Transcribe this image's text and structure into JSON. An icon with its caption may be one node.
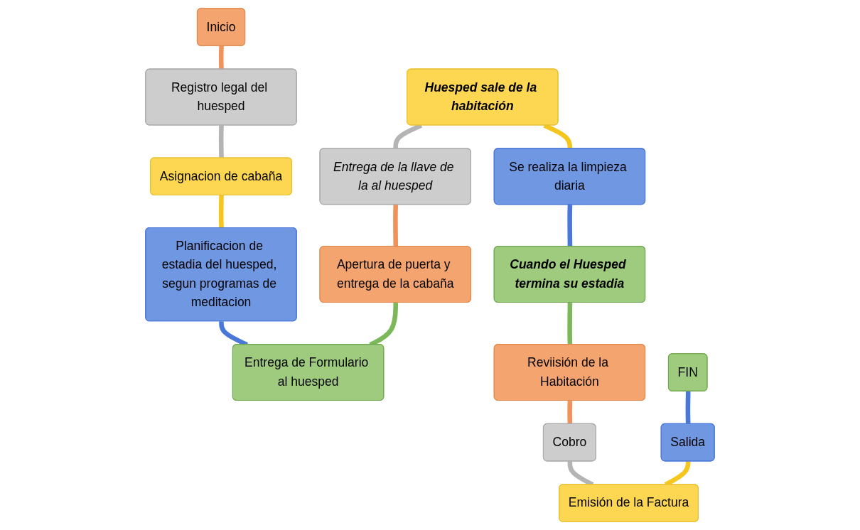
{
  "diagram": {
    "nodes": [
      {
        "text": [
          "Inicio"
        ]
      },
      {
        "text": [
          "Registro legal del huesped"
        ]
      },
      {
        "text": [
          "Asignacion de cabaña"
        ]
      },
      {
        "text": [
          "Planificacion de estadia del huesped, segun programas de meditacion"
        ]
      },
      {
        "text": [
          "Entrega de Formulario al huesped"
        ]
      },
      {
        "text": [
          "Apertura de puerta y entrega de la cabaña"
        ]
      },
      {
        "text": [
          "Entrega de la llave de la al huesped"
        ]
      },
      {
        "text": [
          "Huesped sale de la habitación"
        ]
      },
      {
        "text": [
          "Se realiza la limpieza diaria"
        ]
      },
      {
        "text": [
          "Cuando el Huesped termina su estadia"
        ]
      },
      {
        "text": [
          "Reviisión de la Habitación"
        ]
      },
      {
        "text": [
          "Cobro"
        ]
      },
      {
        "text": [
          "Emisión de la Factura"
        ]
      },
      {
        "text": [
          "Salida"
        ]
      },
      {
        "text": [
          "FIN"
        ]
      }
    ],
    "edges": [
      {
        "from": 0,
        "to": 1,
        "arrow": "none",
        "color": "#f0935a"
      },
      {
        "from": 1,
        "to": 2,
        "arrow": "none",
        "color": "#b4b4b4"
      },
      {
        "from": 2,
        "to": 3,
        "arrow": "none",
        "color": "#f5c61e"
      },
      {
        "from": 3,
        "to": 4,
        "arrow": "none",
        "color": "#4a78d8"
      },
      {
        "from": 4,
        "to": 5,
        "arrow": "none",
        "color": "#7cb85a"
      },
      {
        "from": 5,
        "to": 6,
        "arrow": "none",
        "color": "#f0935a"
      },
      {
        "from": 6,
        "to": 7,
        "arrow": "none",
        "color": "#b4b4b4"
      },
      {
        "from": 7,
        "to": 8,
        "arrow": "none",
        "color": "#f5c61e"
      },
      {
        "from": 8,
        "to": 9,
        "arrow": "none",
        "color": "#4a78d8"
      },
      {
        "from": 9,
        "to": 10,
        "arrow": "none",
        "color": "#7cb85a"
      },
      {
        "from": 10,
        "to": 11,
        "arrow": "none",
        "color": "#f0935a"
      },
      {
        "from": 11,
        "to": 12,
        "arrow": "none",
        "color": "#b4b4b4"
      },
      {
        "from": 12,
        "to": 13,
        "arrow": "none",
        "color": "#f5c61e"
      },
      {
        "from": 13,
        "to": 14,
        "arrow": "none",
        "color": "#4a78d8"
      }
    ]
  }
}
